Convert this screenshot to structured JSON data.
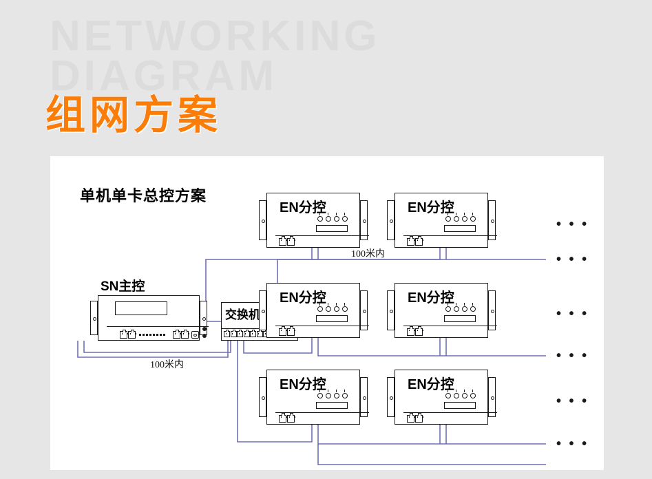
{
  "page": {
    "background_color": "#e6e6e6",
    "panel_color": "#ffffff"
  },
  "header": {
    "ghost_line1": "NETWORKING",
    "ghost_line2": "DIAGRAM",
    "ghost_color": "#dcdcdc",
    "title_cn": "组网方案",
    "title_color": "#fa7d0a"
  },
  "diagram": {
    "title": "单机单卡总控方案",
    "wire_color": "#6f6fb0",
    "devices": {
      "master": {
        "label": "SN主控",
        "ports": 2
      },
      "switch": {
        "label": "交换机",
        "ports": 8
      },
      "sub": {
        "label": "EN分控",
        "knobs": 4,
        "ports": 2
      }
    },
    "sub_units": [
      {
        "label": "EN分控",
        "row": 1,
        "col": 1
      },
      {
        "label": "EN分控",
        "row": 1,
        "col": 2
      },
      {
        "label": "EN分控",
        "row": 2,
        "col": 1
      },
      {
        "label": "EN分控",
        "row": 2,
        "col": 2
      },
      {
        "label": "EN分控",
        "row": 3,
        "col": 1
      },
      {
        "label": "EN分控",
        "row": 3,
        "col": 2
      }
    ],
    "distance_labels": [
      {
        "text": "100米内",
        "which": "switch-to-sub"
      },
      {
        "text": "100米内",
        "which": "master-to-switch"
      }
    ],
    "ellipsis": "• • •",
    "ellipsis_count": 6
  }
}
